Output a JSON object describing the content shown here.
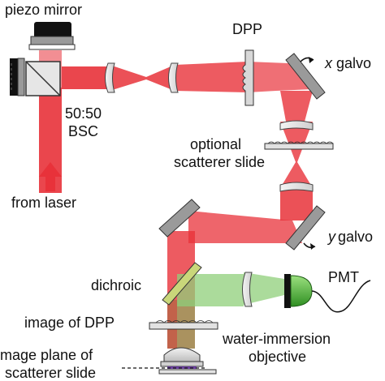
{
  "labels": {
    "piezo_mirror": "piezo mirror",
    "dpp": "DPP",
    "x_galvo_axis": "x",
    "x_galvo_word": "galvo",
    "bsc_ratio": "50:50",
    "bsc": "BSC",
    "optional_1": "optional",
    "optional_2": "scatterer slide",
    "from_laser": "from laser",
    "y_galvo_axis": "y",
    "y_galvo_word": "galvo",
    "dichroic": "dichroic",
    "pmt": "PMT",
    "image_dpp": "image of DPP",
    "water_1": "water-immersion",
    "water_2": "objective",
    "image_plane_1": "mage plane of",
    "image_plane_2": "scatterer slide"
  },
  "colors": {
    "beam": "#e8323a",
    "beam_light": "#f4a0a3",
    "fluorescence": "#8fcf7a",
    "lens_fill": "#e2e2e2",
    "lens_stroke": "#444444",
    "mirror_fill": "#9a9a9a",
    "dichroic_fill": "#c9d77a",
    "pmt_dome": "#4caf3a"
  },
  "icons": {
    "laser_arrow": "arrow-up-icon",
    "galvo_rotation": "rotation-arrow-icon"
  }
}
